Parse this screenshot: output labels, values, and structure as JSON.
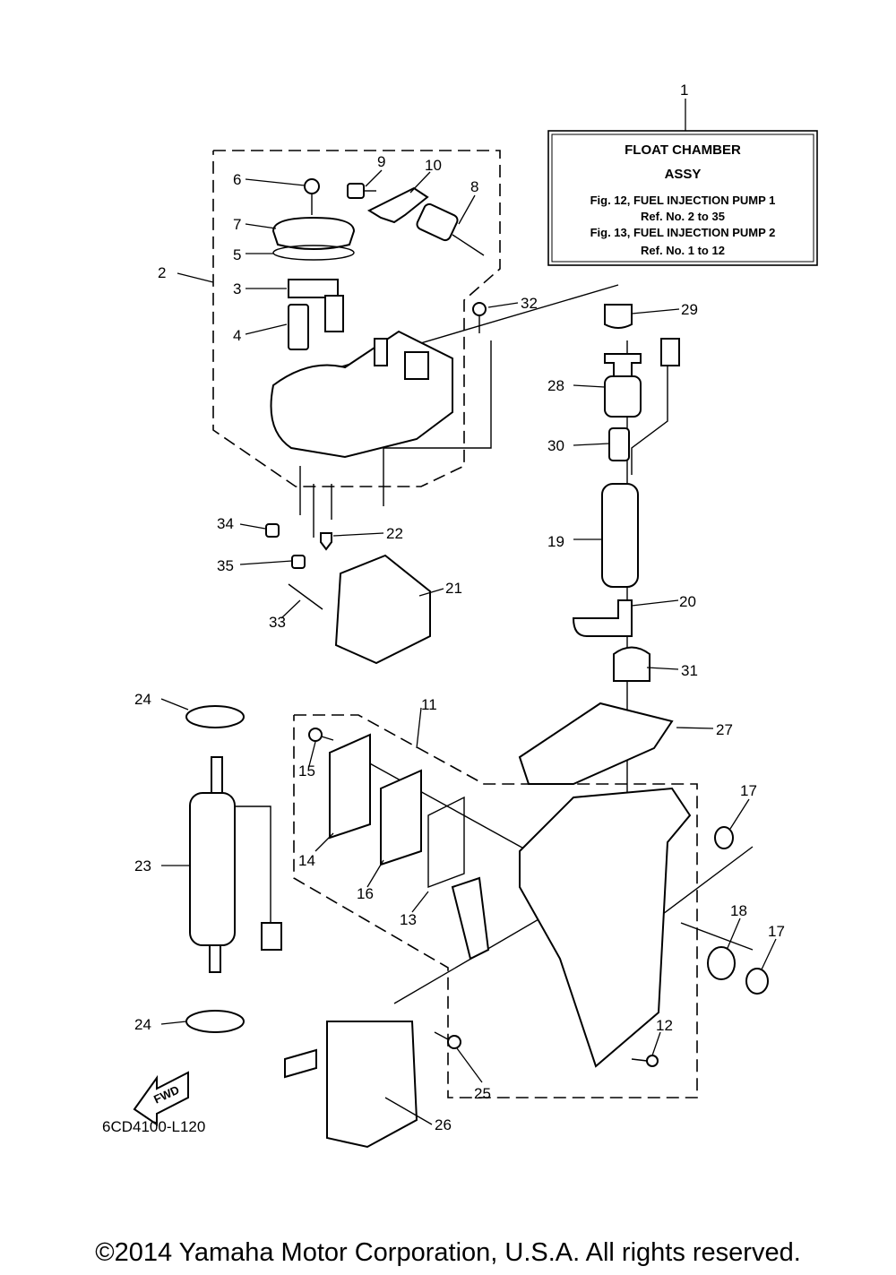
{
  "assembly_box": {
    "title_line1": "FLOAT CHAMBER",
    "title_line2": "ASSY",
    "line3": "Fig. 12, FUEL INJECTION PUMP 1",
    "line4": "Ref. No. 2 to 35",
    "line5": "Fig. 13, FUEL INJECTION PUMP 2",
    "line6": "Ref. No. 1 to 12"
  },
  "callouts": {
    "c1": "1",
    "c2": "2",
    "c3": "3",
    "c4": "4",
    "c5": "5",
    "c6": "6",
    "c7": "7",
    "c8": "8",
    "c9": "9",
    "c10": "10",
    "c11": "11",
    "c12": "12",
    "c13": "13",
    "c14": "14",
    "c15": "15",
    "c16": "16",
    "c17a": "17",
    "c17b": "17",
    "c18": "18",
    "c19": "19",
    "c20": "20",
    "c21": "21",
    "c22": "22",
    "c23": "23",
    "c24a": "24",
    "c24b": "24",
    "c25": "25",
    "c26": "26",
    "c27": "27",
    "c28": "28",
    "c29": "29",
    "c30": "30",
    "c31": "31",
    "c32": "32",
    "c33": "33",
    "c34": "34",
    "c35": "35"
  },
  "fwd_label": "FWD",
  "drawing_code": "6CD4100-L120",
  "copyright": "©2014 Yamaha Motor Corporation, U.S.A. All rights reserved."
}
